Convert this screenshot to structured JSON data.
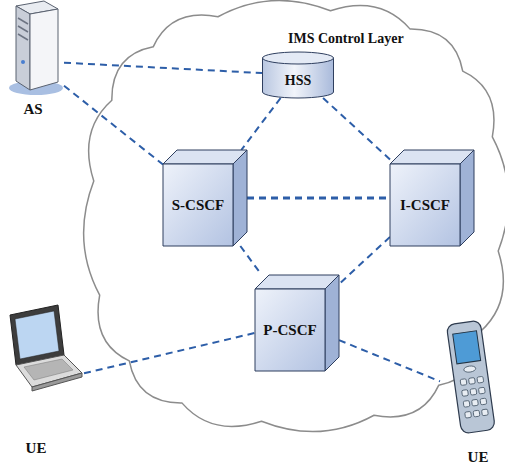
{
  "diagram": {
    "nodes": [
      {
        "text": [
          "AS"
        ]
      },
      {
        "text": [
          "IMS Control Layer"
        ]
      },
      {
        "text": [
          "HSS"
        ],
        "in": 1
      },
      {
        "text": [
          "S-CSCF"
        ],
        "in": 1
      },
      {
        "text": [
          "I-CSCF"
        ],
        "in": 1
      },
      {
        "text": [
          "P-CSCF"
        ],
        "in": 1
      },
      {
        "text": [
          "UE"
        ]
      },
      {
        "text": [
          "UE"
        ]
      }
    ],
    "edges": [
      {
        "from": 0,
        "to": 2,
        "arrow": "none"
      },
      {
        "from": 0,
        "to": 3,
        "arrow": "none"
      },
      {
        "from": 2,
        "to": 3,
        "arrow": "none"
      },
      {
        "from": 2,
        "to": 4,
        "arrow": "none"
      },
      {
        "from": 3,
        "to": 4,
        "arrow": "none"
      },
      {
        "from": 3,
        "to": 5,
        "arrow": "none"
      },
      {
        "from": 4,
        "to": 5,
        "arrow": "none"
      },
      {
        "from": 6,
        "to": 5,
        "arrow": "none"
      },
      {
        "from": 5,
        "to": 7,
        "arrow": "none"
      }
    ]
  }
}
